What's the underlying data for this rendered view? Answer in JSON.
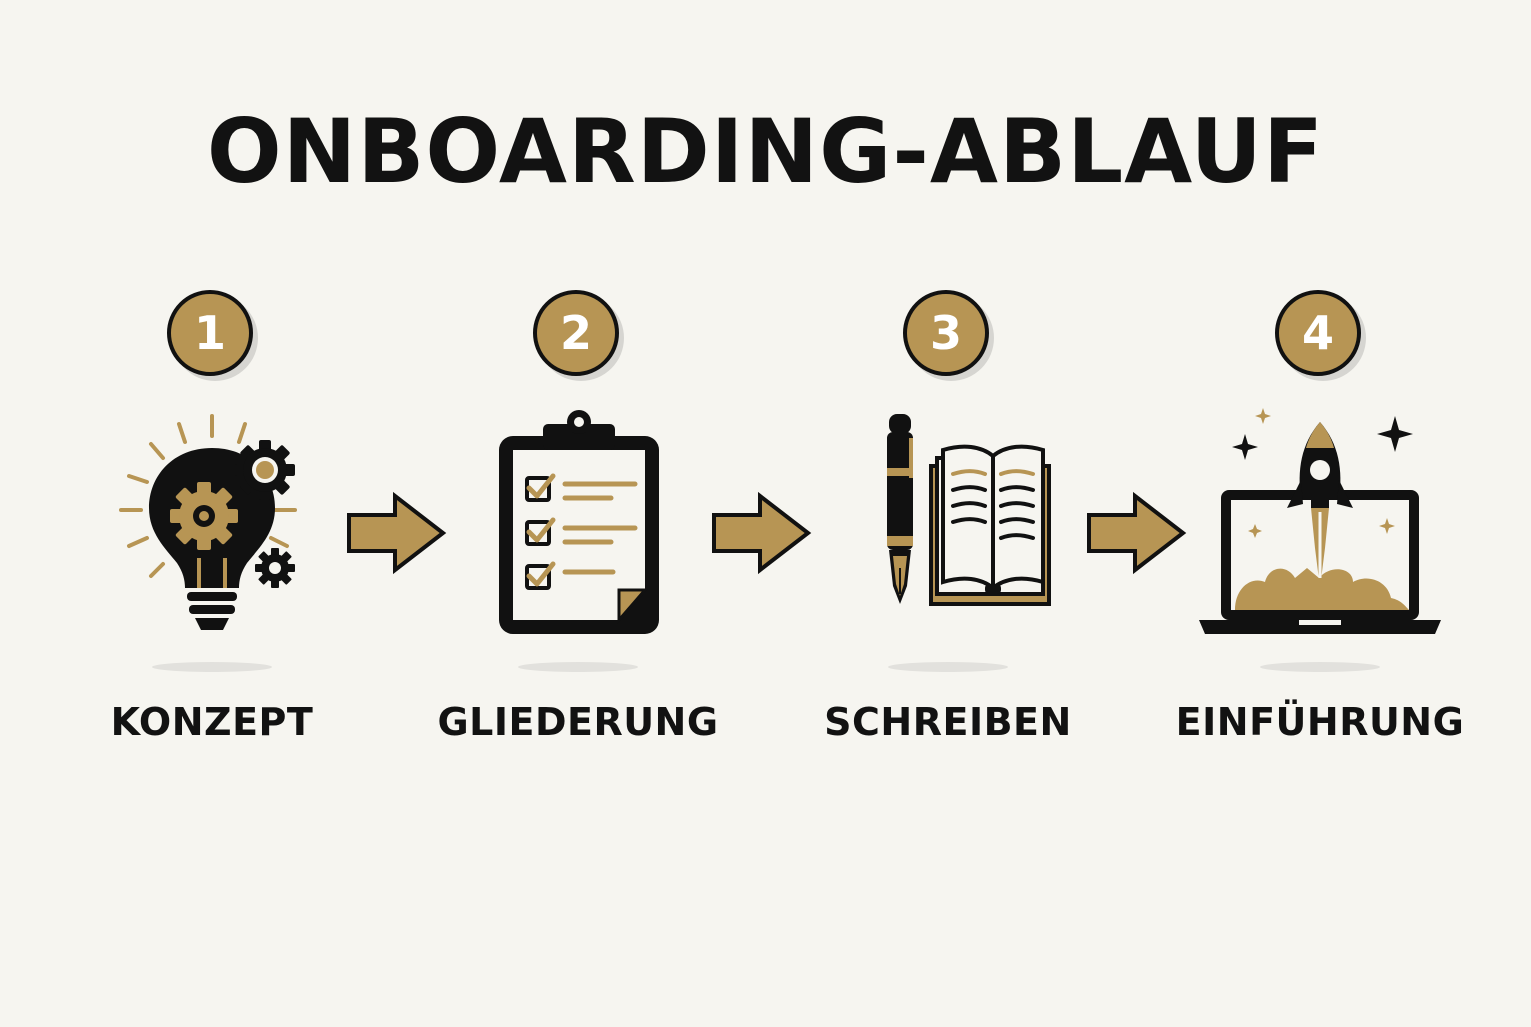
{
  "title": "ONBOARDING-ABLAUF",
  "colors": {
    "accent": "#b79554",
    "ink": "#121212",
    "background": "#f6f5f0"
  },
  "steps": [
    {
      "number": "1",
      "label": "KONZEPT",
      "icon": "lightbulb-gears-icon"
    },
    {
      "number": "2",
      "label": "GLIEDERUNG",
      "icon": "clipboard-checklist-icon"
    },
    {
      "number": "3",
      "label": "SCHREIBEN",
      "icon": "book-pen-icon"
    },
    {
      "number": "4",
      "label": "EINFÜHRUNG",
      "icon": "rocket-laptop-icon"
    }
  ]
}
